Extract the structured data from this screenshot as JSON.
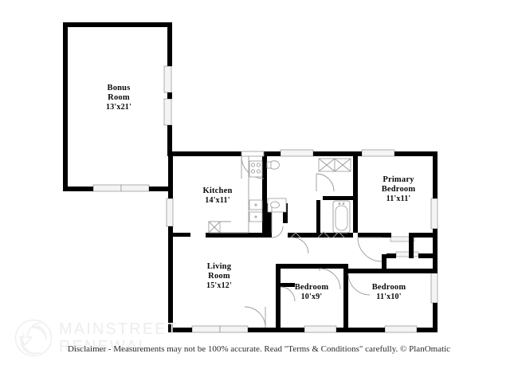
{
  "document": {
    "type": "residential-floor-plan",
    "background_color": "#ffffff",
    "wall_color": "#000000",
    "fixture_line_color": "#9a9a9a",
    "window_fill_color": "#f2f2f2",
    "label_color": "#0a0a0a"
  },
  "rooms": [
    {
      "key": "bonus_room",
      "name_line1": "Bonus",
      "name_line2": "Room",
      "dimensions": "13'x21'"
    },
    {
      "key": "kitchen",
      "name_line1": "Kitchen",
      "name_line2": "",
      "dimensions": "14'x11'"
    },
    {
      "key": "primary_bedroom",
      "name_line1": "Primary",
      "name_line2": "Bedroom",
      "dimensions": "11'x11'"
    },
    {
      "key": "living_room",
      "name_line1": "Living",
      "name_line2": "Room",
      "dimensions": "15'x12'"
    },
    {
      "key": "bedroom_2",
      "name_line1": "Bedroom",
      "name_line2": "",
      "dimensions": "10'x9'"
    },
    {
      "key": "bedroom_3",
      "name_line1": "Bedroom",
      "name_line2": "",
      "dimensions": "11'x10'"
    }
  ],
  "brand": {
    "logo_icon": "circular-swirl-arrow-logo",
    "line1": "MAINSTREET",
    "line2": "RENEWAL",
    "color": "#ededed"
  },
  "footer": {
    "disclaimer": "Disclaimer - Measurements may not be 100% accurate. Read \"Terms & Conditions\" carefully. © PlanOmatic"
  },
  "fixtures": [
    {
      "name": "kitchen-range-cooktop",
      "room": "kitchen"
    },
    {
      "name": "kitchen-sink",
      "room": "kitchen"
    },
    {
      "name": "kitchen-counter",
      "room": "kitchen"
    },
    {
      "name": "bathroom-toilet",
      "room": "bathroom"
    },
    {
      "name": "bathroom-sink-vanity",
      "room": "bathroom"
    },
    {
      "name": "bathroom-bathtub",
      "room": "bathroom"
    },
    {
      "name": "closet-shelving",
      "room": "hallway"
    }
  ]
}
